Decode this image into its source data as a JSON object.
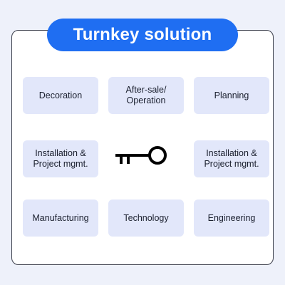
{
  "title": "Turnkey solution",
  "colors": {
    "title_bg": "#1f6ef2",
    "tile_bg": "#e2e7fa",
    "page_bg": "#eef1fa"
  },
  "icon": "key-icon",
  "tiles": {
    "decoration": "Decoration",
    "after_sale": "After-sale/\nOperation",
    "planning": "Planning",
    "installation_left": "Installation &\nProject mgmt.",
    "installation_right": "Installation &\nProject mgmt.",
    "manufacturing": "Manufacturing",
    "technology": "Technology",
    "engineering": "Engineering"
  }
}
